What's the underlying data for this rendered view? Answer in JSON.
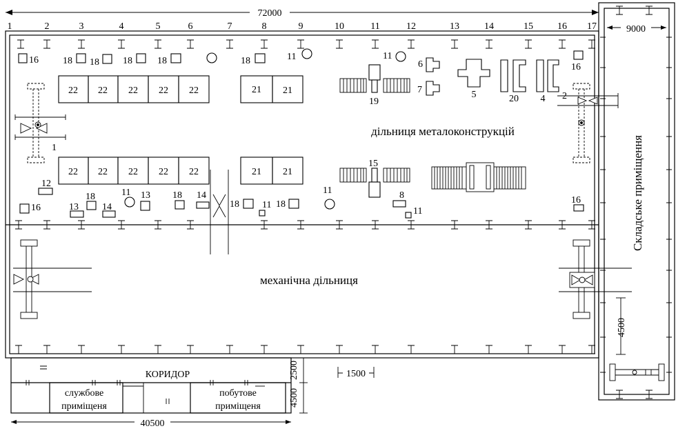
{
  "dimensions": {
    "overall_length": "72000",
    "warehouse_width": "9000",
    "span": "1500",
    "corridor_depth": "2500",
    "rooms_depth": "4500",
    "warehouse_crane": "4500",
    "service_block_length": "40500"
  },
  "axes": [
    "1",
    "2",
    "3",
    "4",
    "5",
    "6",
    "7",
    "8",
    "9",
    "10",
    "11",
    "12",
    "13",
    "14",
    "15",
    "16",
    "17"
  ],
  "areas": {
    "metal": "дільниця  металоконструкцій",
    "mech": "механічна  дільниця",
    "warehouse": "Складське  приміщення",
    "corridor": "КОРИДОР",
    "office": [
      "службове",
      "примiщеня"
    ],
    "household": [
      "побутове",
      "примiщеня"
    ]
  },
  "equipment": {
    "n22": "22",
    "n21": "21",
    "n19": "19",
    "n20": "20",
    "n18": "18",
    "n16": "16",
    "n15": "15",
    "n14": "14",
    "n13": "13",
    "n12": "12",
    "n11": "11",
    "n8": "8",
    "n7": "7",
    "n6": "6",
    "n5": "5",
    "n4": "4",
    "n2": "2",
    "n1": "1"
  }
}
